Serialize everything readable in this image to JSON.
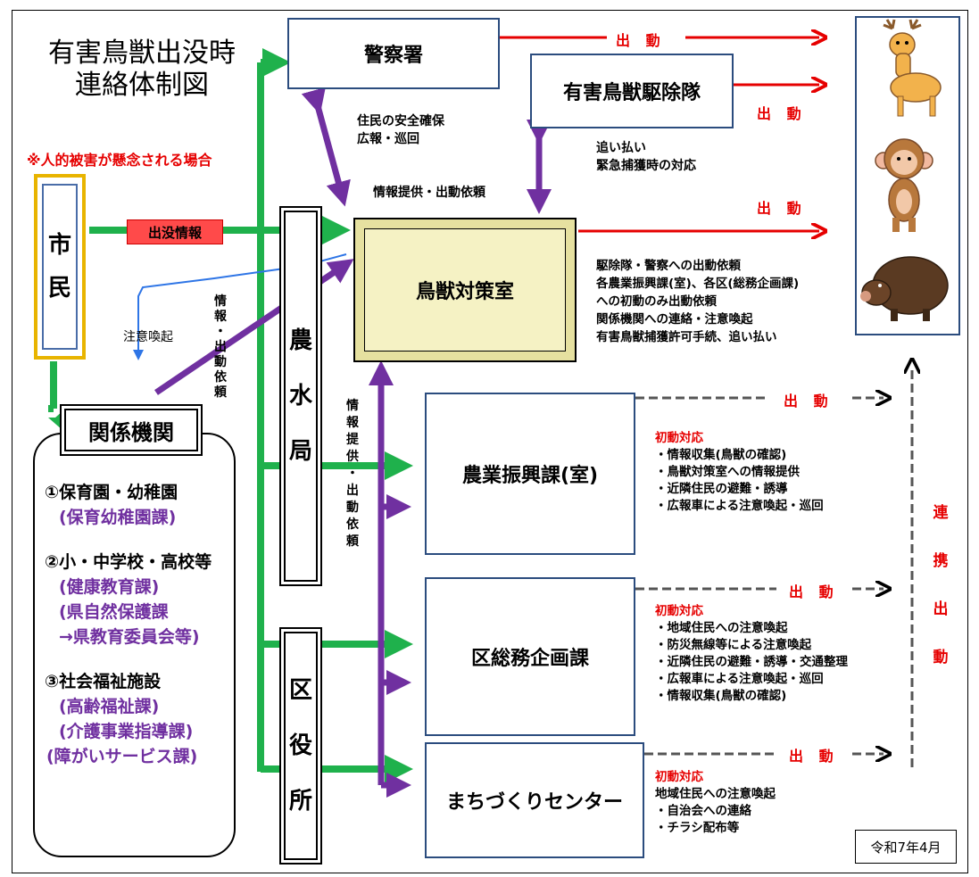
{
  "title": {
    "line1": "有害鳥獣出没時",
    "line2": "連絡体制図"
  },
  "warning": "※人的被害が懸念される場合",
  "citizen": [
    "市",
    "民"
  ],
  "sighting_info": "出没情報",
  "alert_label": "注意喚起",
  "agencies": {
    "title": "関係機関",
    "items": [
      {
        "name": "①保育園・幼稚園",
        "depts": [
          "(保育幼稚園課)"
        ]
      },
      {
        "name": "②小・中学校・高校等",
        "depts": [
          "(健康教育課)",
          "(県自然保護課",
          "→県教育委員会等)"
        ]
      },
      {
        "name": "③社会福祉施設",
        "depts": [
          "(高齢福祉課)",
          "(介護事業指導課)",
          "(障がいサービス課)"
        ]
      }
    ]
  },
  "agencies_to_office_label": [
    "情",
    "報",
    "・",
    "出",
    "動",
    "依",
    "頼"
  ],
  "agri_bureau": [
    "農",
    "水",
    "局"
  ],
  "ward_office": [
    "区",
    "役",
    "所"
  ],
  "police": "警察署",
  "police_notes": [
    "住民の安全確保",
    "広報・巡回"
  ],
  "hunting_team": "有害鳥獣駆除隊",
  "hunting_notes": [
    "追い払い",
    "緊急捕獲時の対応"
  ],
  "info_request_label": "情報提供・出動依頼",
  "wildlife_office": "鳥獣対策室",
  "office_duties": [
    "駆除隊・警察への出動依頼",
    "各農業振興課(室)、各区(総務企画課)",
    "への初動のみ出動依頼",
    "関係機関への連絡・注意喚起",
    "有害鳥獣捕獲許可手続、追い払い"
  ],
  "vertical_info_label": [
    "情",
    "報",
    "提",
    "供",
    "・",
    "出",
    "動",
    "依",
    "頼"
  ],
  "dispatch": "出動",
  "dispatch_spaced": "出 動",
  "departments": [
    {
      "name": "農業振興課(室)",
      "initial_title": "初動対応",
      "actions": [
        "・情報収集(鳥獣の確認)",
        "・鳥獣対策室への情報提供",
        "・近隣住民の避難・誘導",
        "・広報車による注意喚起・巡回"
      ]
    },
    {
      "name": "区総務企画課",
      "initial_title": "初動対応",
      "actions": [
        "・地域住民への注意喚起",
        "・防災無線等による注意喚起",
        "・近隣住民の避難・誘導・交通整理",
        "・広報車による注意喚起・巡回",
        "・情報収集(鳥獣の確認)"
      ]
    },
    {
      "name": "まちづくりセンター",
      "initial_title": "初動対応",
      "actions": [
        "地域住民への注意喚起",
        "・自治会への連絡",
        "・チラシ配布等"
      ]
    }
  ],
  "joint_dispatch": [
    "連",
    "携",
    "出",
    "動"
  ],
  "animals": [
    "deer-icon",
    "monkey-icon",
    "boar-icon"
  ],
  "date": "令和7年4月",
  "colors": {
    "red": "#e60000",
    "green": "#1fb14c",
    "purple": "#7030a0",
    "blue": "#2e75e6",
    "office_fill": "#f5f2c4",
    "box_border": "#2b4c7e"
  }
}
